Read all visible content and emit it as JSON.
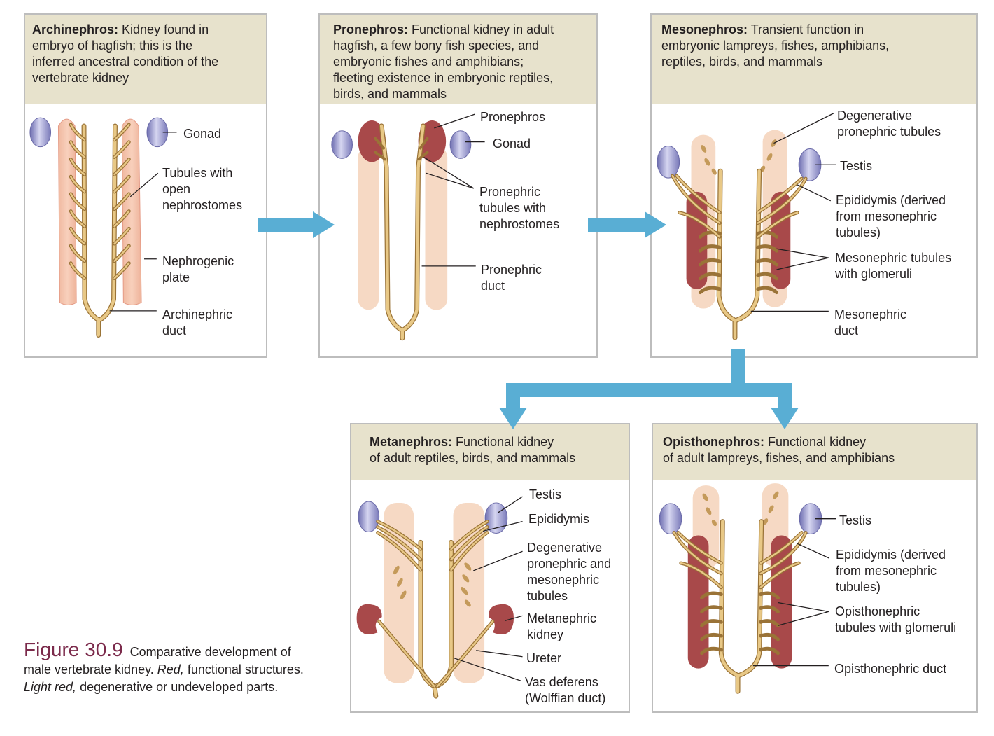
{
  "colors": {
    "arrow": "#59aed4",
    "header_bg": "#e7e2cc",
    "panel_border": "#bdbdbd",
    "tube": "#e2bf7a",
    "tube_outline": "#9a7337",
    "gonad": "#8c8cc7",
    "functional_red": "#a8494a",
    "light_red": "#f6d9c4",
    "figure_label": "#7b2a4b"
  },
  "panels": [
    {
      "id": "archinephros",
      "title": "Archinephros:",
      "description_lines": [
        "Kidney found in",
        "embryo of hagfish; this is the",
        "inferred ancestral condition of the",
        "vertebrate kidney"
      ],
      "labels": [
        {
          "id": "gonad",
          "lines": [
            "Gonad"
          ]
        },
        {
          "id": "tubules",
          "lines": [
            "Tubules with",
            "open",
            "nephrostomes"
          ]
        },
        {
          "id": "nephrogenic-plate",
          "lines": [
            "Nephrogenic",
            "plate"
          ]
        },
        {
          "id": "archinephric-duct",
          "lines": [
            "Archinephric",
            "duct"
          ]
        }
      ]
    },
    {
      "id": "pronephros",
      "title": "Pronephros:",
      "description_lines": [
        "Functional kidney in adult",
        "hagfish, a few bony fish species, and",
        "embryonic fishes and amphibians;",
        "fleeting existence in embryonic reptiles,",
        "birds, and mammals"
      ],
      "labels": [
        {
          "id": "pronephros",
          "lines": [
            "Pronephros"
          ]
        },
        {
          "id": "gonad",
          "lines": [
            "Gonad"
          ]
        },
        {
          "id": "pronephric-tubules",
          "lines": [
            "Pronephric",
            "tubules with",
            "nephrostomes"
          ]
        },
        {
          "id": "pronephric-duct",
          "lines": [
            "Pronephric",
            "duct"
          ]
        }
      ]
    },
    {
      "id": "mesonephros",
      "title": "Mesonephros:",
      "description_lines": [
        "Transient function in",
        "embryonic lampreys, fishes, amphibians,",
        "reptiles, birds, and mammals"
      ],
      "labels": [
        {
          "id": "degenerative-pronephric",
          "lines": [
            "Degenerative",
            "pronephric tubules"
          ]
        },
        {
          "id": "testis",
          "lines": [
            "Testis"
          ]
        },
        {
          "id": "epididymis",
          "lines": [
            "Epididymis (derived",
            "from mesonephric",
            "tubules)"
          ]
        },
        {
          "id": "mesonephric-tubules",
          "lines": [
            "Mesonephric tubules",
            "with glomeruli"
          ]
        },
        {
          "id": "mesonephric-duct",
          "lines": [
            "Mesonephric",
            "duct"
          ]
        }
      ]
    },
    {
      "id": "metanephros",
      "title": "Metanephros:",
      "description_lines": [
        "Functional kidney",
        "of adult reptiles, birds, and mammals"
      ],
      "labels": [
        {
          "id": "testis",
          "lines": [
            "Testis"
          ]
        },
        {
          "id": "epididymis",
          "lines": [
            "Epididymis"
          ]
        },
        {
          "id": "degenerative-tubules",
          "lines": [
            "Degenerative",
            "pronephric and",
            "mesonephric",
            "tubules"
          ]
        },
        {
          "id": "metanephric-kidney",
          "lines": [
            "Metanephric",
            "kidney"
          ]
        },
        {
          "id": "ureter",
          "lines": [
            "Ureter"
          ]
        },
        {
          "id": "vas-deferens",
          "lines": [
            "Vas deferens",
            "(Wolffian duct)"
          ]
        }
      ]
    },
    {
      "id": "opisthonephros",
      "title": "Opisthonephros:",
      "description_lines": [
        "Functional kidney",
        "of adult lampreys, fishes, and amphibians"
      ],
      "labels": [
        {
          "id": "testis",
          "lines": [
            "Testis"
          ]
        },
        {
          "id": "epididymis",
          "lines": [
            "Epididymis (derived",
            "from mesonephric",
            "tubules)"
          ]
        },
        {
          "id": "opisthonephric-tubules",
          "lines": [
            "Opisthonephric",
            "tubules with glomeruli"
          ]
        },
        {
          "id": "opisthonephric-duct",
          "lines": [
            "Opisthonephric duct"
          ]
        }
      ]
    }
  ],
  "caption": {
    "figure_number": "Figure 30.9",
    "text_1": "Comparative development",
    "text_2": "of male vertebrate kidney.",
    "red_term": "Red,",
    "text_3": "functional",
    "text_4": "structures.",
    "light_red_term": "Light red,",
    "text_5": "degenerative or",
    "text_6": "undeveloped parts."
  }
}
